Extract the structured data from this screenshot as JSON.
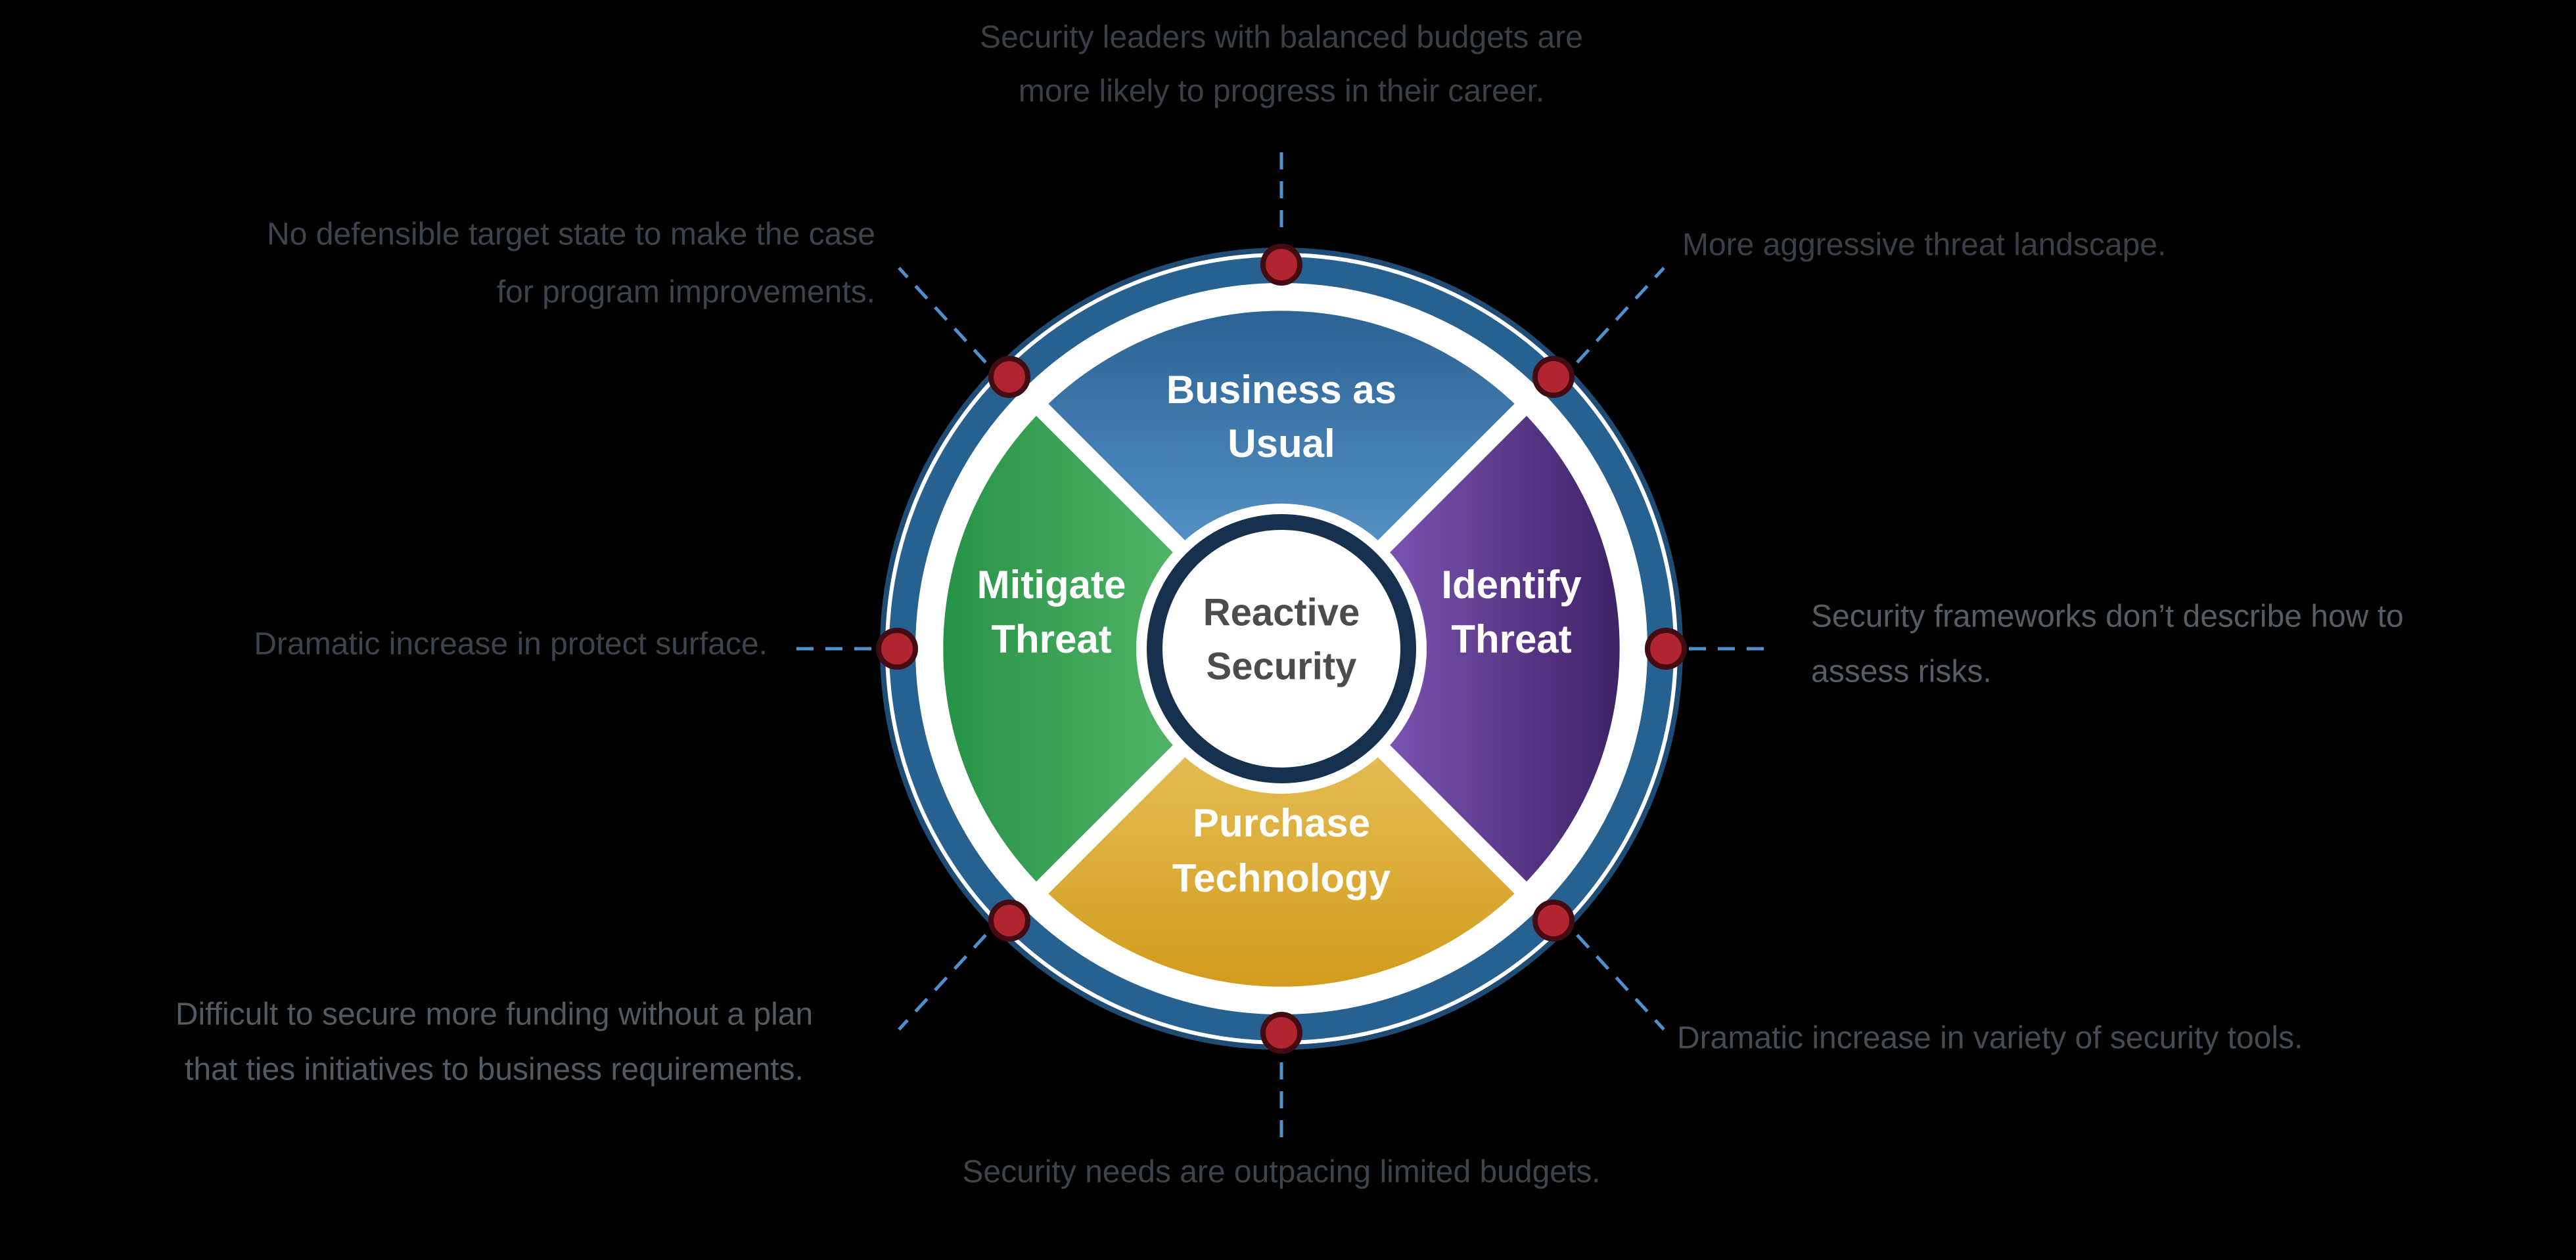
{
  "background_color": "#000000",
  "diagram": {
    "title_semantic": "Reactive Security cycle diagram",
    "center_label": {
      "lines": [
        "Reactive",
        "Security"
      ],
      "text_color": "#4a4c4e"
    },
    "ring": {
      "band_color": "#26618f",
      "outer_stroke_color": "#1f4c74",
      "center_ring_color": "#16304e",
      "white_color": "#ffffff"
    },
    "dots": {
      "fill": "#b0252f",
      "border": "#420c12",
      "count": 8
    },
    "connector_color": "#4f8fcd",
    "wedges": [
      {
        "id": "business-as-usual",
        "label_lines": [
          "Business as",
          "Usual"
        ],
        "gradient_outer": "#2b6394",
        "gradient_inner": "#68a3d8"
      },
      {
        "id": "identify-threat",
        "label_lines": [
          "Identify",
          "Threat"
        ],
        "gradient_outer": "#3f2368",
        "gradient_inner": "#9668d2"
      },
      {
        "id": "purchase-technology",
        "label_lines": [
          "Purchase",
          "Technology"
        ],
        "gradient_outer": "#d29c1d",
        "gradient_inner": "#ecca6a"
      },
      {
        "id": "mitigate-threat",
        "label_lines": [
          "Mitigate",
          "Threat"
        ],
        "gradient_outer": "#279347",
        "gradient_inner": "#63c173"
      }
    ]
  },
  "callouts": {
    "top": {
      "lines": [
        "Security leaders with balanced budgets are",
        "more likely to progress in their career."
      ],
      "color": "#3a4046"
    },
    "top_left": {
      "lines": [
        "No defensible target state to make the case",
        "for program improvements."
      ],
      "color": "#3e444b"
    },
    "top_right": {
      "lines": [
        "More aggressive threat landscape."
      ],
      "color": "#3a4046"
    },
    "left": {
      "lines": [
        "Dramatic increase in protect surface."
      ],
      "color": "#3e444b"
    },
    "right": {
      "lines": [
        "Security frameworks don’t describe how to",
        "assess risks."
      ],
      "color": "#575d64"
    },
    "bottom_left": {
      "lines": [
        "Difficult to secure more funding without a plan",
        "that ties initiatives to business requirements."
      ],
      "color": "#545a61"
    },
    "bottom": {
      "lines": [
        "Security needs are outpacing limited budgets."
      ],
      "color": "#3e444b"
    },
    "bottom_right": {
      "lines": [
        "Dramatic increase in variety of security tools."
      ],
      "color": "#464c53"
    }
  }
}
